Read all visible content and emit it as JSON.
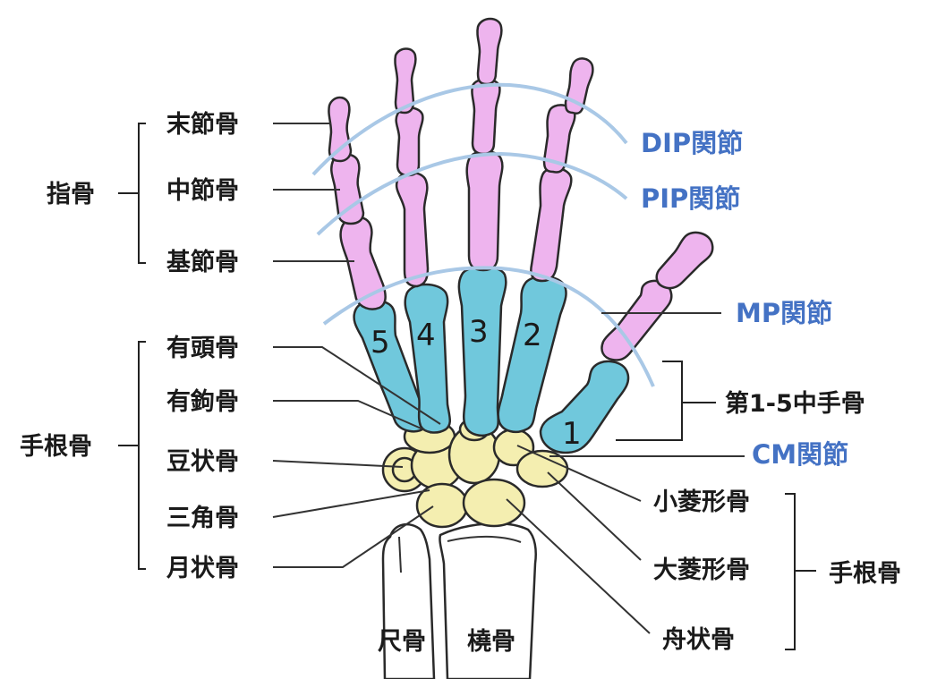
{
  "colors": {
    "phalanx": "#eeb4ee",
    "metacarpal": "#70c8dc",
    "carpal": "#f4eeb0",
    "forearm": "#ffffff",
    "joint_arc": "#a9c8e6",
    "joint_label": "#4472c4",
    "outline": "#2a2a2a",
    "text": "#1a1a1a"
  },
  "labels": {
    "phalanges_group": "指骨",
    "distal": "末節骨",
    "middle": "中節骨",
    "proximal": "基節骨",
    "carpal_group_left": "手根骨",
    "capitate": "有頭骨",
    "hamate": "有鉤骨",
    "pisiform": "豆状骨",
    "triquetrum": "三角骨",
    "lunate": "月状骨",
    "metacarpals": "第1-5中手骨",
    "trapezoid": "小菱形骨",
    "trapezium": "大菱形骨",
    "scaphoid": "舟状骨",
    "carpal_group_right": "手根骨",
    "ulna": "尺骨",
    "radius": "橈骨"
  },
  "joints": {
    "dip": "DIP関節",
    "pip": "PIP関節",
    "mp": "MP関節",
    "cm": "CM関節"
  },
  "finger_numbers": {
    "n1": "1",
    "n2": "2",
    "n3": "3",
    "n4": "4",
    "n5": "5"
  }
}
